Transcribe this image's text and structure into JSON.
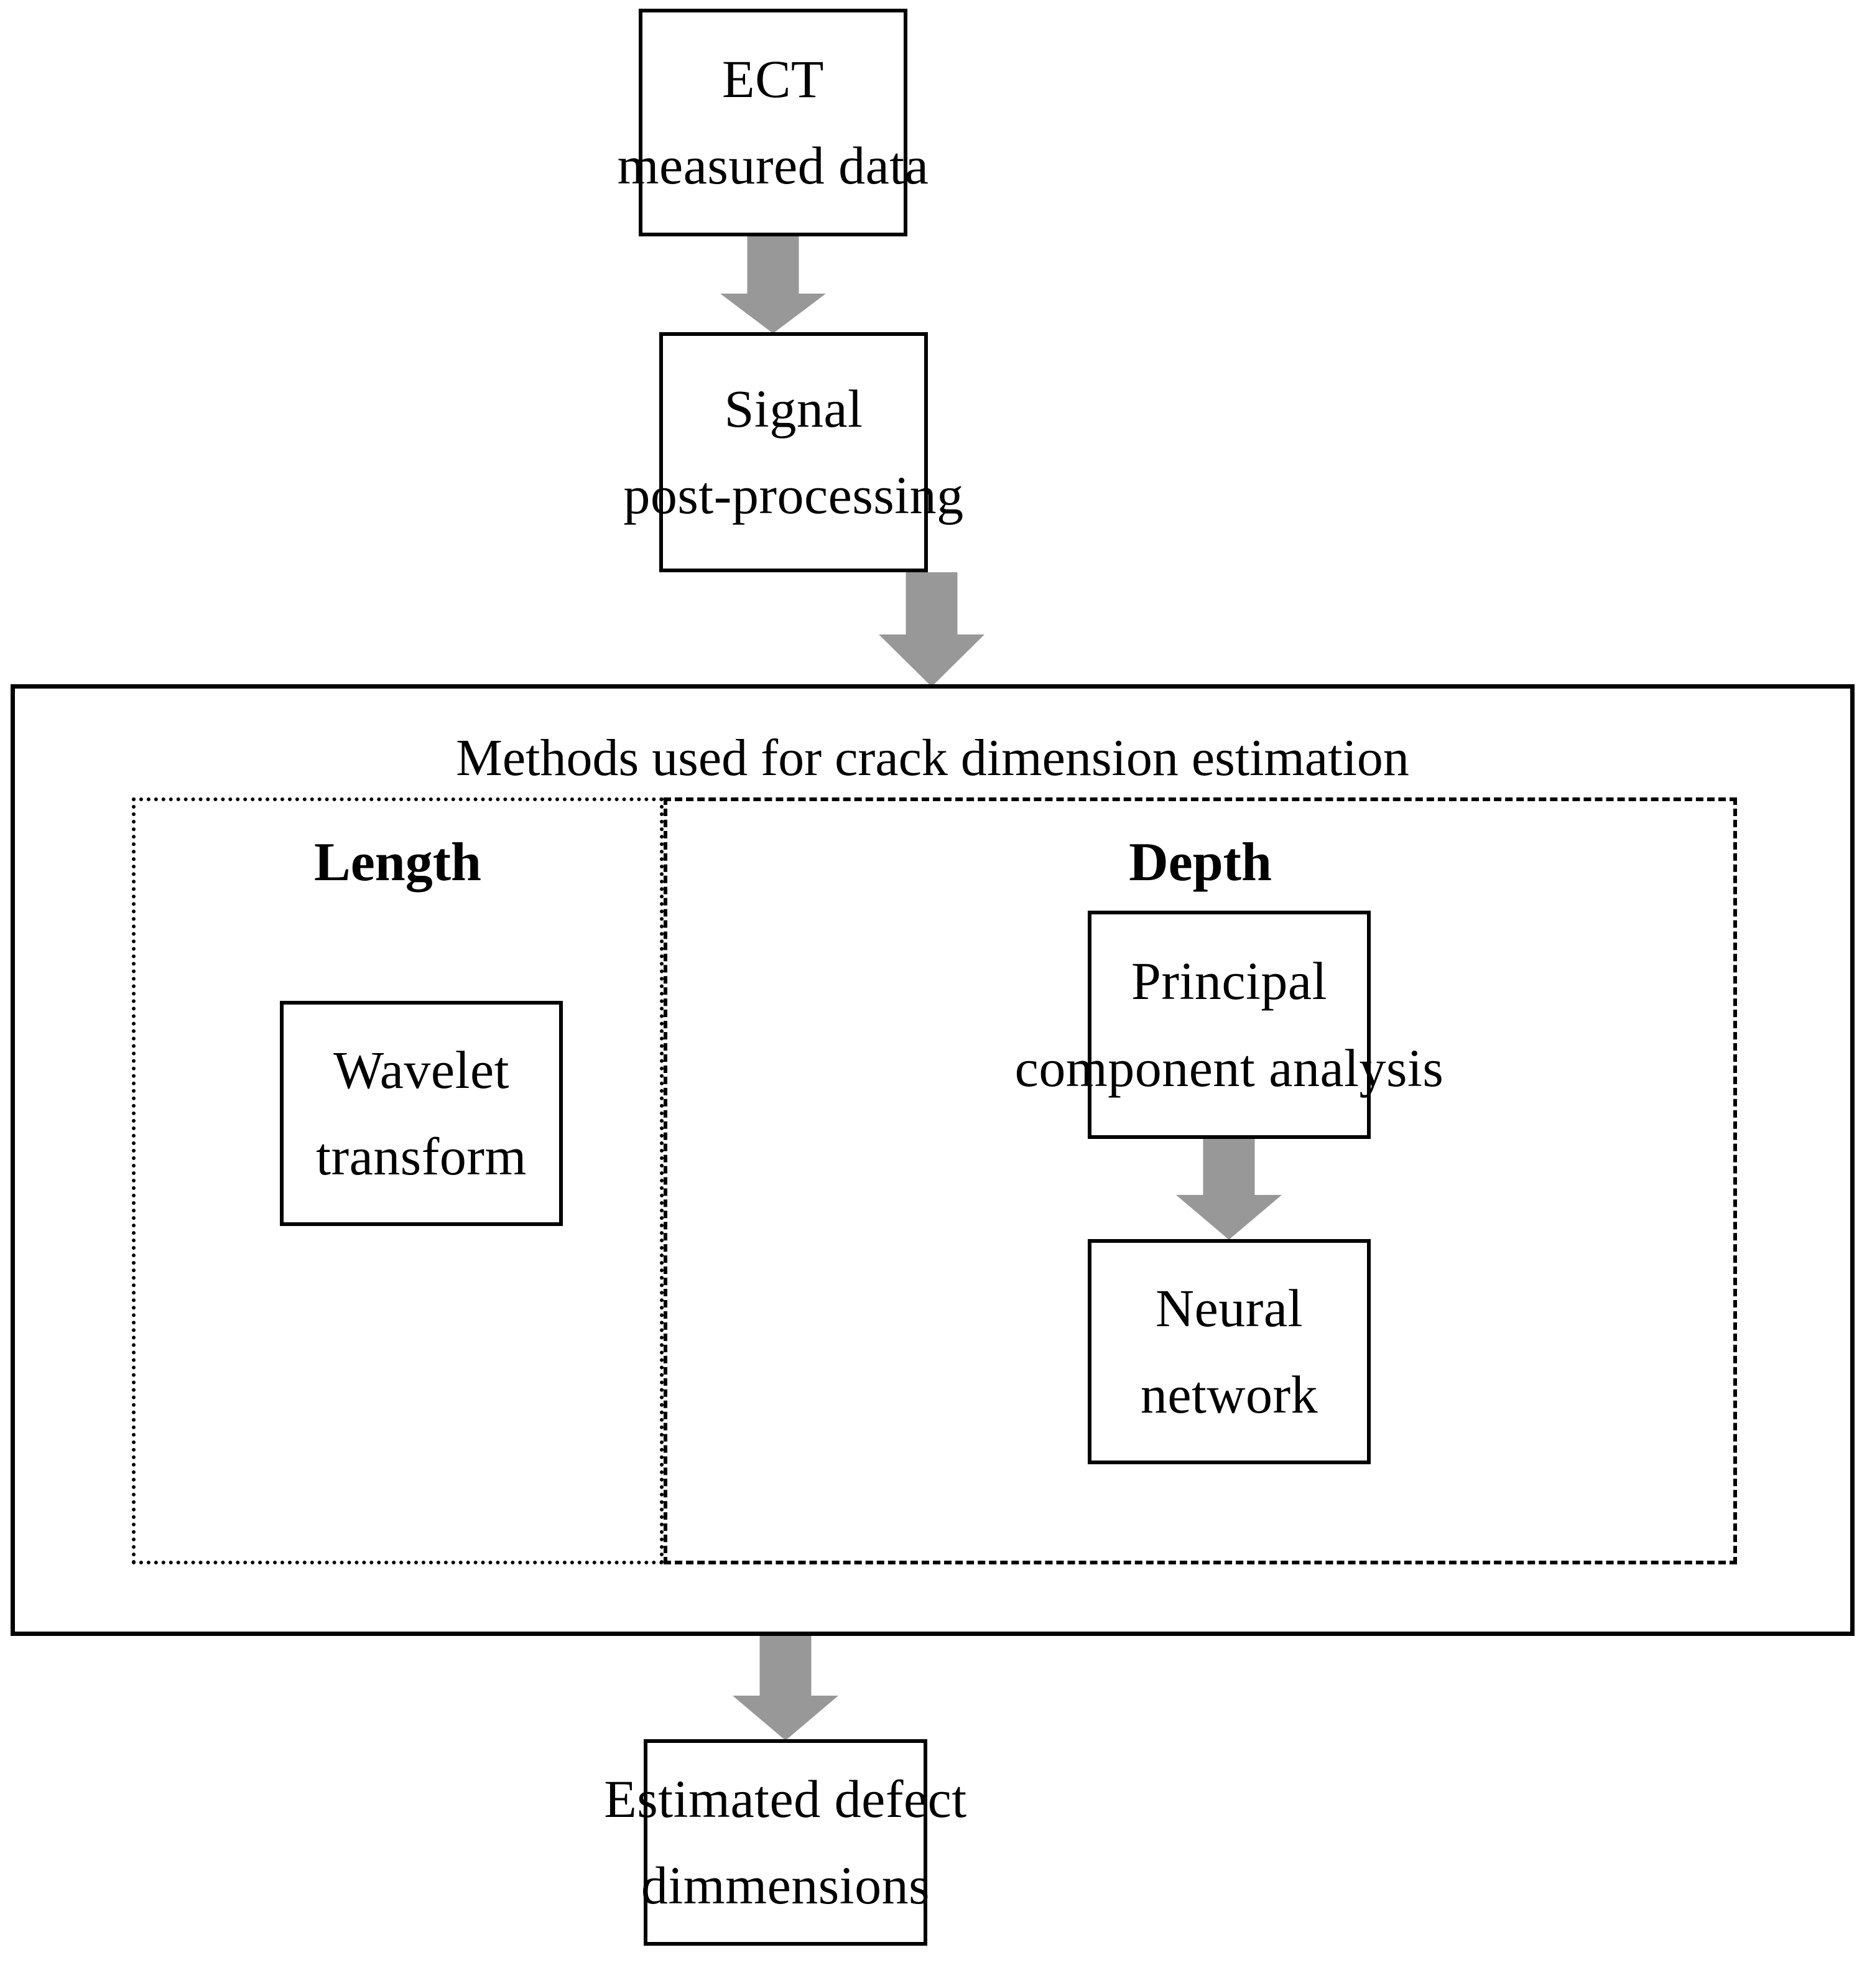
{
  "diagram": {
    "title": "ECT crack dimension estimation flowchart",
    "arrow_color": "#989898",
    "line_color": "#000000",
    "background": "#ffffff",
    "nodes": {
      "ect_data": {
        "line1": "ECT",
        "line2": "measured data"
      },
      "signal_post": {
        "line1": "Signal",
        "line2": "post-processing"
      },
      "methods_container": {
        "title": "Methods used for crack dimension estimation"
      },
      "length_panel": {
        "label": "Length"
      },
      "depth_panel": {
        "label": "Depth"
      },
      "wavelet": {
        "line1": "Wavelet",
        "line2": "transform"
      },
      "pca": {
        "line1": "Principal",
        "line2": "component analysis"
      },
      "neural": {
        "line1": "Neural",
        "line2": "network"
      },
      "result": {
        "line1": "Estimated defect",
        "line2": "dimmensions"
      }
    },
    "arrows": [
      {
        "name": "ect-to-signal",
        "from": "ect_data",
        "to": "signal_post"
      },
      {
        "name": "signal-to-methods",
        "from": "signal_post",
        "to": "methods_container"
      },
      {
        "name": "pca-to-neural",
        "from": "pca",
        "to": "neural"
      },
      {
        "name": "methods-to-result",
        "from": "methods_container",
        "to": "result"
      }
    ]
  }
}
